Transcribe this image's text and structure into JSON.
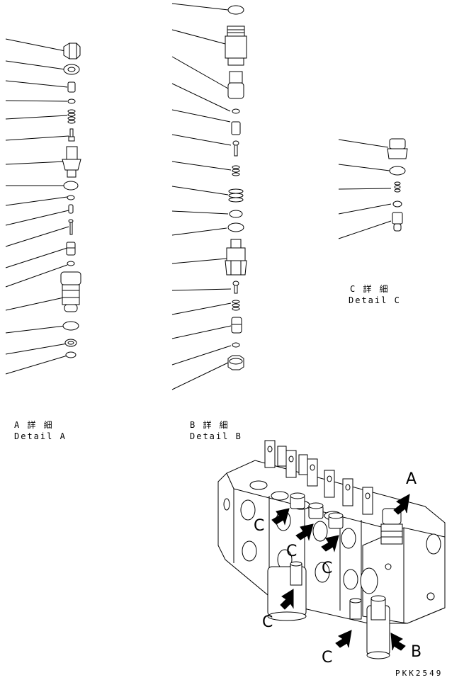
{
  "captions": {
    "a_jp": "A 詳 細",
    "a_en": "Detail A",
    "b_jp": "B 詳 細",
    "b_en": "Detail B",
    "c_jp": "C 詳 細",
    "c_en": "Detail C"
  },
  "callouts": {
    "A": "A",
    "B": "B",
    "C": "C"
  },
  "drawing_code": "PKK2549"
}
